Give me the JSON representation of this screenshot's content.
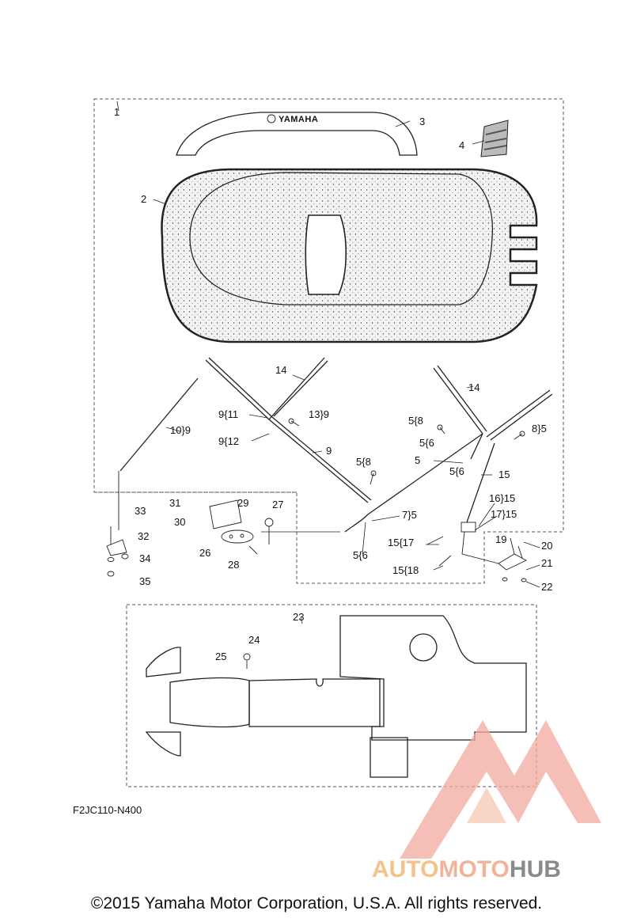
{
  "diagram": {
    "brand_label": "YAMAHA",
    "callouts": [
      "1",
      "2",
      "3",
      "4",
      "14",
      "9{11",
      "13}9",
      "9{12",
      "9",
      "10}9",
      "5{8",
      "5{6",
      "8}5",
      "5",
      "5{6",
      "14",
      "15",
      "5{8",
      "16}15",
      "17}15",
      "15{17",
      "15{18",
      "19",
      "20",
      "21",
      "22",
      "7}5",
      "5{6",
      "31",
      "29",
      "27",
      "30",
      "26",
      "28",
      "33",
      "32",
      "34",
      "35",
      "23",
      "24",
      "25"
    ]
  },
  "figure_code": "F2JC110-N400",
  "copyright": "©2015 Yamaha Motor Corporation, U.S.A. All rights reserved.",
  "watermark": {
    "part1": "AUTO",
    "part2": "MOTO",
    "part3": "HUB",
    "colors": [
      "#f5c38a",
      "#f2b39b",
      "#8a8a8a"
    ]
  }
}
